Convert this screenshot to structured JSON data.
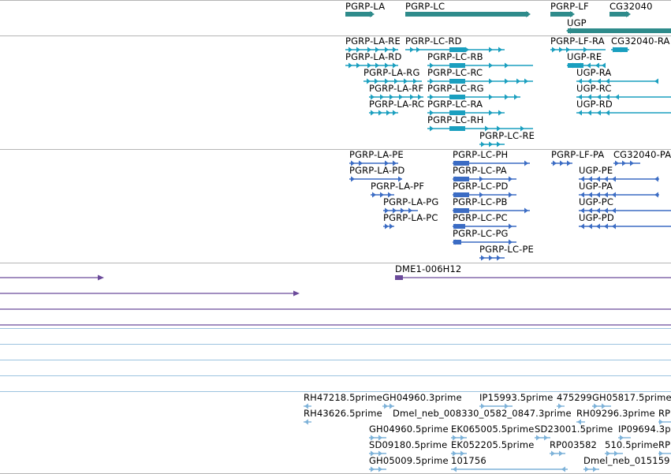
{
  "colors": {
    "gene": "#2e8b8b",
    "transcript": "#1a9fbf",
    "protein": "#3b6cc4",
    "clone": "#6b4a9a",
    "est": "#7db2d9",
    "separator_dark": "#b5b5b5",
    "separator_light": "#9cc3df"
  },
  "tracks": {
    "genes": {
      "labels": [
        "PGRP-LA",
        "PGRP-LC",
        "PGRP-LF",
        "CG32040",
        "UGP"
      ],
      "icon": "gene-bar-icon"
    },
    "transcripts": {
      "labels": [
        "PGRP-LA-RE",
        "PGRP-LC-RD",
        "PGRP-LF-RA",
        "CG32040-RA",
        "PGRP-LA-RD",
        "PGRP-LC-RB",
        "UGP-RE",
        "PGRP-LA-RG",
        "PGRP-LC-RC",
        "UGP-RA",
        "PGRP-LA-RF",
        "PGRP-LC-RG",
        "UGP-RC",
        "PGRP-LA-RC",
        "PGRP-LC-RA",
        "UGP-RD",
        "PGRP-LC-RH",
        "PGRP-LC-RE"
      ],
      "icon": "transcript-arrow-icon"
    },
    "proteins": {
      "labels": [
        "PGRP-LA-PE",
        "PGRP-LC-PH",
        "PGRP-LF-PA",
        "CG32040-PA",
        "PGRP-LA-PD",
        "PGRP-LC-PA",
        "UGP-PE",
        "PGRP-LA-PF",
        "PGRP-LC-PD",
        "UGP-PA",
        "PGRP-LA-PG",
        "PGRP-LC-PB",
        "UGP-PC",
        "PGRP-LA-PC",
        "PGRP-LC-PC",
        "UGP-PD",
        "PGRP-LC-PG",
        "PGRP-LC-PE"
      ],
      "icon": "protein-arrow-icon"
    },
    "clones": {
      "labels": [
        "DME1-006H12"
      ],
      "icon": "clone-line-icon"
    },
    "ests": {
      "labels": [
        "RH47218.5prime",
        "GH04960.3prime",
        "IP15993.5prime",
        "475299",
        "GH05817.5prime",
        "RH43626.5prime",
        "Dmel_neb_008330_0582_0847.3prime",
        "RH09296.3prime",
        "RP",
        "GH04960.5prime",
        "EK065005.5prime",
        "SD23001.5prime",
        "IP09694.3p",
        "SD09180.5prime",
        "EK052205.5prime",
        "RP003582",
        "510.5prime",
        "RP",
        "GH05009.5prime",
        "101756",
        "Dmel_neb_015159"
      ],
      "icon": "est-arrow-icon"
    }
  }
}
